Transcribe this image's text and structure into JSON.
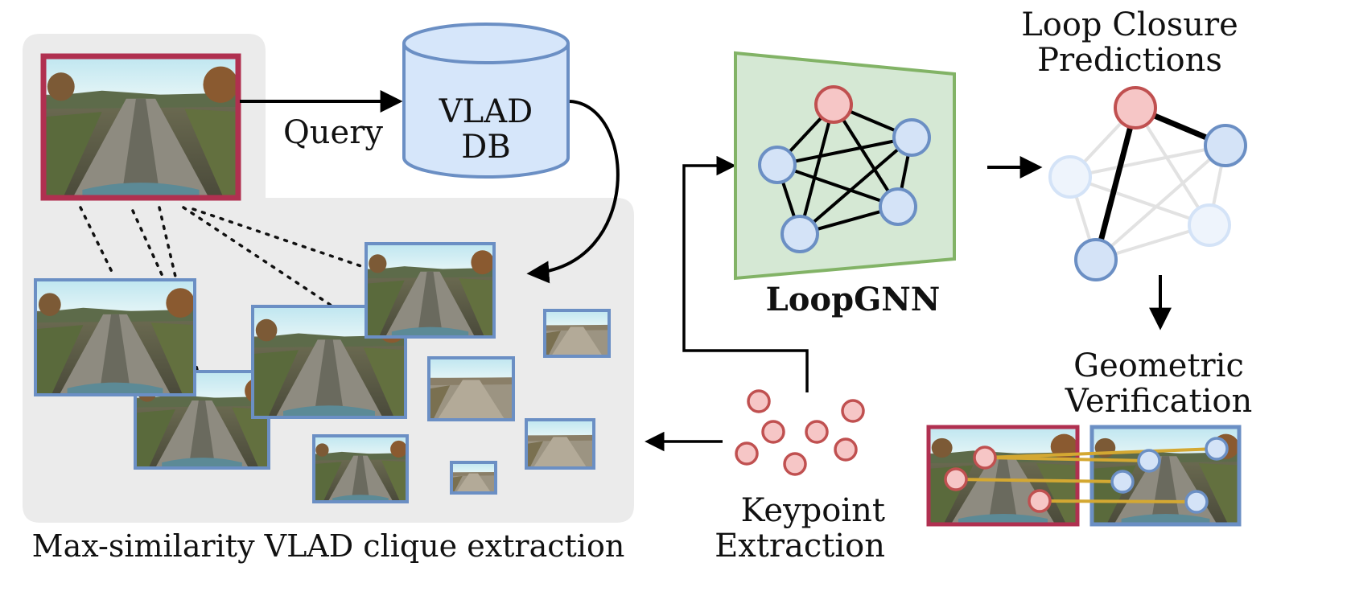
{
  "query_label": "Query",
  "db_label_line1": "VLAD",
  "db_label_line2": "DB",
  "gnn_label": "LoopGNN",
  "predictions_line1": "Loop Closure",
  "predictions_line2": "Predictions",
  "verification_line1": "Geometric",
  "verification_line2": "Verification",
  "keypoint_line1": "Keypoint",
  "keypoint_line2": "Extraction",
  "clique_caption": "Max-similarity VLAD clique extraction",
  "colors": {
    "query_frame": "#b03050",
    "db_frame": "#6b8fc4",
    "db_fill": "#d6e6fa",
    "gnn_fill": "#d5e8d4",
    "gnn_stroke": "#82b366",
    "node_red_fill": "#f6c6c6",
    "node_red_stroke": "#c05050",
    "node_blue_fill": "#d4e3f7",
    "node_blue_stroke": "#6b8fc4",
    "match_line": "#d4a832",
    "panel_gray": "#ebebeb"
  }
}
